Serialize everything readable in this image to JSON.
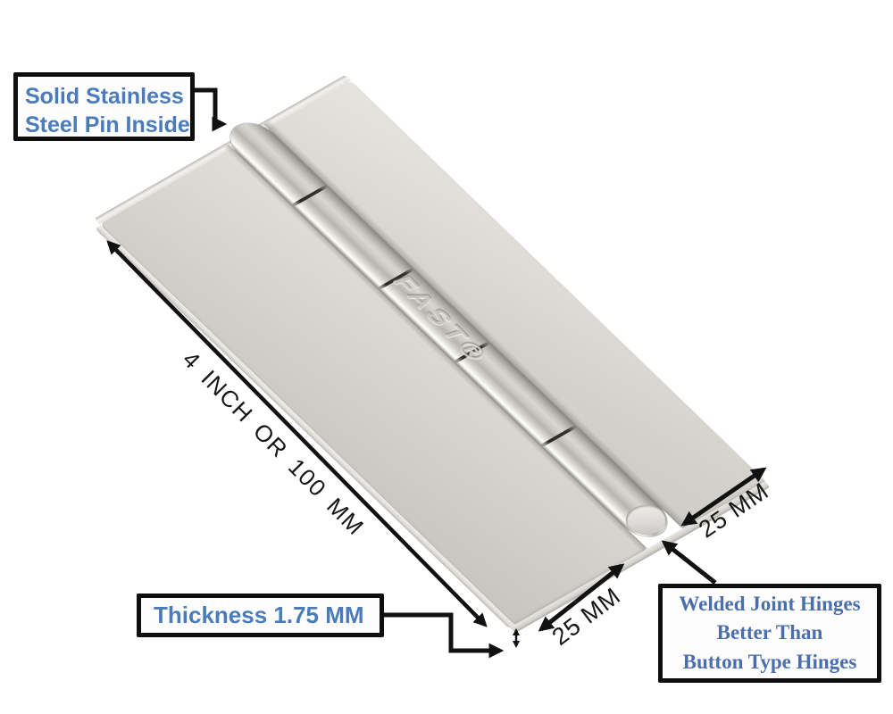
{
  "callouts": {
    "pin": {
      "line1": "Solid Stainless",
      "line2": "Steel Pin Inside"
    },
    "thickness": {
      "label": "Thickness 1.75 MM"
    },
    "welded": {
      "line1": "Welded Joint Hinges",
      "line2": "Better Than",
      "line3": "Button Type Hinges"
    }
  },
  "dimensions": {
    "length_label": "4 INCH OR 100 MM",
    "leaf_width_bottom_label": "25 MM",
    "leaf_width_right_label": "25 MM"
  },
  "hinge": {
    "brand_engraving": "FAST®"
  },
  "colors": {
    "callout_text_sans": "#4a7cbb",
    "callout_text_serif": "#4b6fad",
    "callout_border": "#0e0e0e",
    "arrow": "#111111",
    "plate_steel": "#d8d6d1",
    "pin_highlight": "#f8f7f5"
  }
}
